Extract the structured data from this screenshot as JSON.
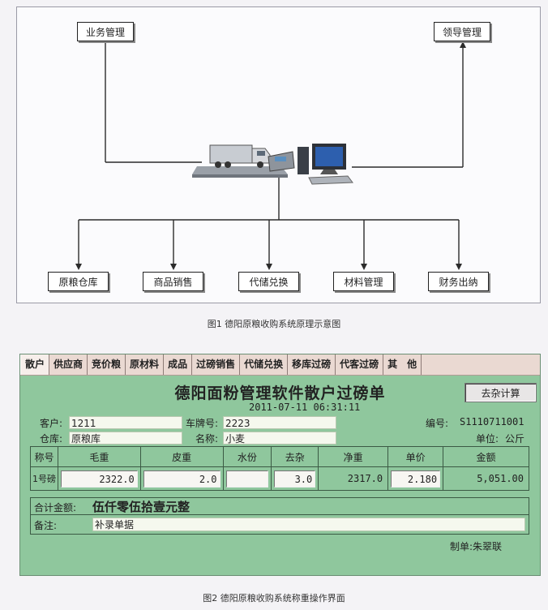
{
  "figure1": {
    "top_boxes": {
      "left": "业务管理",
      "right": "领导管理"
    },
    "bottom_boxes": [
      "原粮仓库",
      "商品销售",
      "代储兑换",
      "材料管理",
      "财务出纳"
    ],
    "caption": "图1 德阳原粮收购系统原理示意图"
  },
  "figure2": {
    "tabs": [
      "散户",
      "供应商",
      "竞价粮",
      "原材料",
      "成品",
      "过磅销售",
      "代储兑换",
      "移库过磅",
      "代客过磅",
      "其　他"
    ],
    "title": "德阳面粉管理软件散户过磅单",
    "calc_button": "去杂计算",
    "datetime": "2011-07-11 06:31:11",
    "customer_label": "客户:",
    "customer": "1211",
    "plate_label": "车牌号:",
    "plate": "2223",
    "number_label": "编号:",
    "number": "S1110711001",
    "warehouse_label": "仓库:",
    "warehouse": "原粮库",
    "name_label": "名称:",
    "name": "小麦",
    "unit_label": "单位:",
    "unit": "公斤",
    "table": {
      "headers": [
        "称号",
        "毛重",
        "皮重",
        "水份",
        "去杂",
        "净重",
        "单价",
        "金额"
      ],
      "row": {
        "scale": "1号磅",
        "gross": "2322.0",
        "tare": "2.0",
        "moisture": "",
        "impurity": "3.0",
        "net": "2317.0",
        "price": "2.180",
        "amount": "5,051.00"
      }
    },
    "total_label": "合计金额:",
    "total": "伍仟零伍拾壹元整",
    "remark_label": "备注:",
    "remark": "补录单据",
    "maker_label": "制单:",
    "maker": "朱翠联",
    "caption": "图2 德阳原粮收购系统称重操作界面"
  }
}
